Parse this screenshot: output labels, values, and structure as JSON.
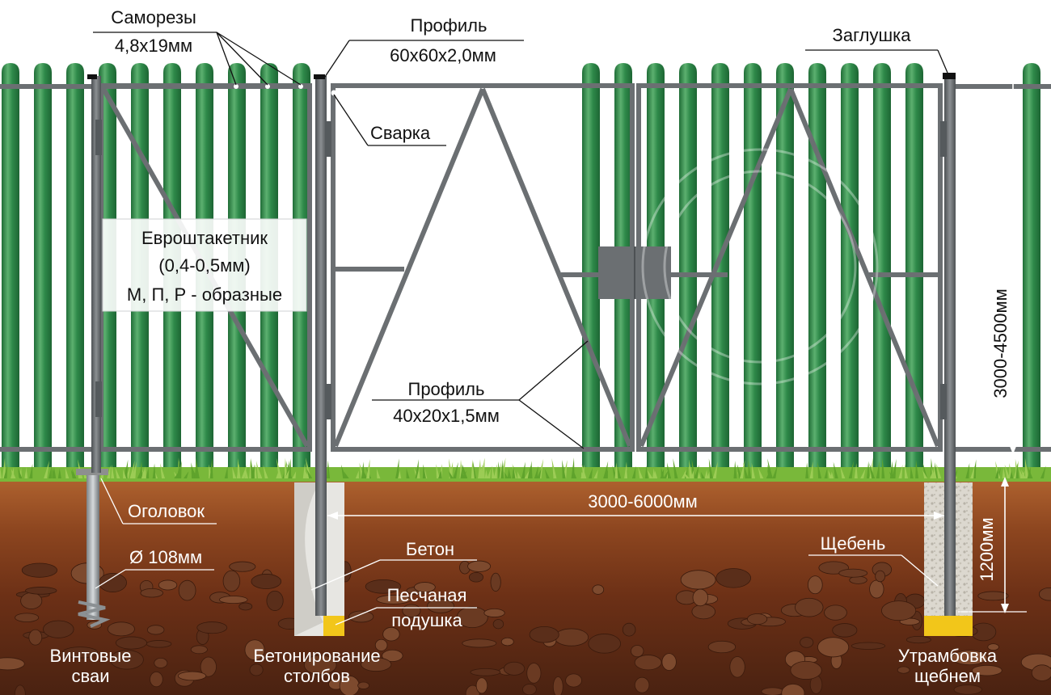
{
  "labels": {
    "screws_title": "Саморезы",
    "screws_size": "4,8х19мм",
    "profile_top_title": "Профиль",
    "profile_top_size": "60х60х2,0мм",
    "cap": "Заглушка",
    "weld": "Сварка",
    "picket_title": "Евроштакетник",
    "picket_thickness": "(0,4-0,5мм)",
    "picket_shapes": "М, П, Р - образные",
    "profile_frame_title": "Профиль",
    "profile_frame_size": "40х20х1,5мм",
    "height_dim": "3000-4500мм",
    "width_dim": "3000-6000мм",
    "depth_dim": "1200мм",
    "pile_head": "Оголовок",
    "pile_diameter": "Ø 108мм",
    "concrete": "Бетон",
    "sand_cushion_1": "Песчаная",
    "sand_cushion_2": "подушка",
    "gravel": "Щебень",
    "bottom_piles_1": "Винтовые",
    "bottom_piles_2": "сваи",
    "bottom_concrete_1": "Бетонирование",
    "bottom_concrete_2": "столбов",
    "bottom_gravel_1": "Утрамбовка",
    "bottom_gravel_2": "щебнем"
  },
  "colors": {
    "picket": "#2f8a4a",
    "picket_light": "#5cb06f",
    "frame": "#6b6f72",
    "soil_top": "#a65a2c",
    "soil_mid": "#7a3b1c",
    "soil_deep": "#4e2513",
    "grass": "#6fb436",
    "concrete": "#e6e6e3",
    "sand": "#f2c61a",
    "gravel": "#ddd9d0"
  }
}
